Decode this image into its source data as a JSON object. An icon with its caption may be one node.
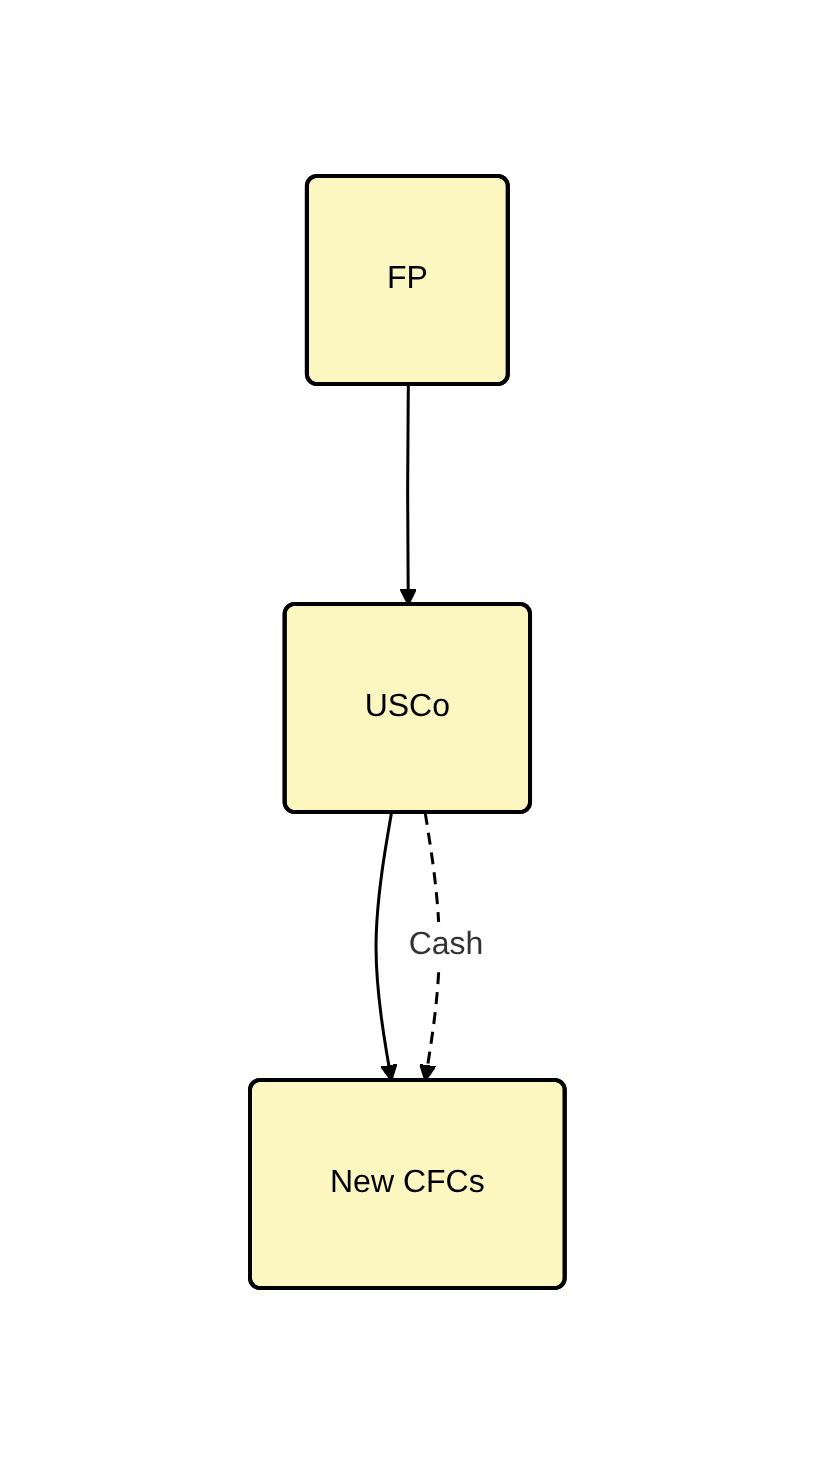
{
  "diagram": {
    "nodes": [
      {
        "text": [
          "FP"
        ]
      },
      {
        "text": [
          "USCo"
        ]
      },
      {
        "text": [
          "New CFCs"
        ]
      }
    ],
    "edges": [
      {
        "from": 0,
        "to": 1,
        "arrow": "to"
      },
      {
        "from": 1,
        "to": 2,
        "arrow": "to"
      },
      {
        "from": 1,
        "to": 2,
        "arrow": "to",
        "style": "dashed",
        "label": "Cash"
      }
    ]
  }
}
